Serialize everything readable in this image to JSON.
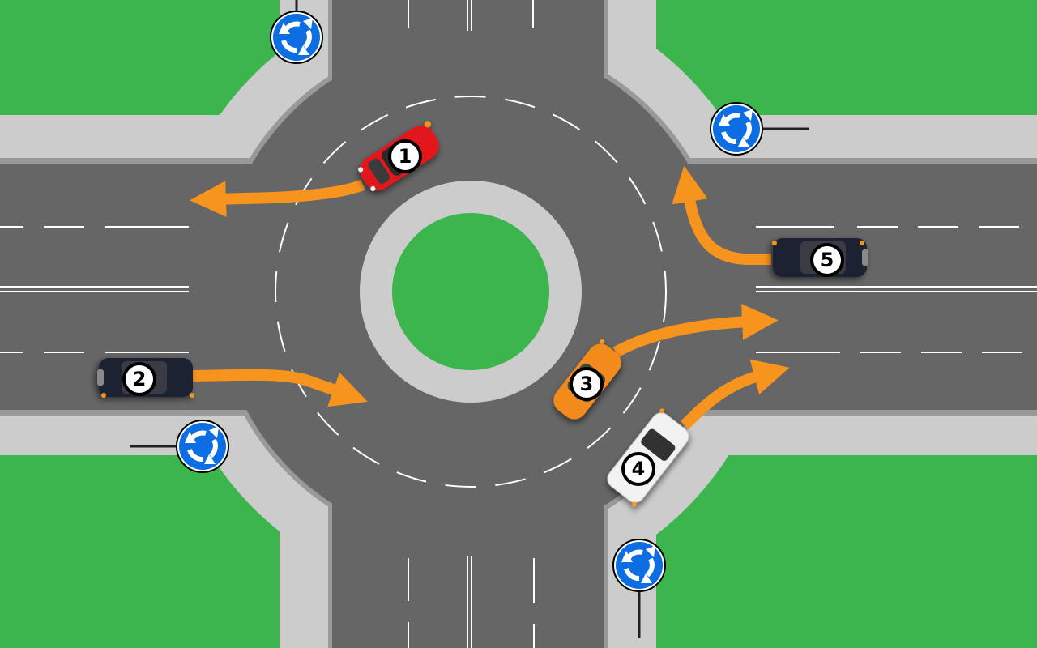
{
  "scene": {
    "title": "Roundabout traffic diagram",
    "description": "Four-way roundabout with two-lane approaches; five numbered vehicles with orange route arrows"
  },
  "colors": {
    "grass": "#3bb54c",
    "asphalt": "#666666",
    "curb": "#cccccc",
    "curb_edge": "#999999",
    "lane_marking": "#ffffff",
    "route_arrow": "#f7941d",
    "sign_blue": "#0d6de3",
    "sign_symbol": "#ffffff"
  },
  "central_island": {
    "surface": "grass",
    "border": "curb"
  },
  "signs": [
    {
      "id": "sign-north",
      "type": "roundabout-mandatory",
      "icon": "roundabout-sign-icon"
    },
    {
      "id": "sign-east",
      "type": "roundabout-mandatory",
      "icon": "roundabout-sign-icon"
    },
    {
      "id": "sign-west",
      "type": "roundabout-mandatory",
      "icon": "roundabout-sign-icon"
    },
    {
      "id": "sign-south",
      "type": "roundabout-mandatory",
      "icon": "roundabout-sign-icon"
    }
  ],
  "vehicles": [
    {
      "number": "1",
      "color": "red",
      "body_hex": "#e3141c",
      "label": "Vehicle 1",
      "route": "exits to west (left exit) from circulating lane"
    },
    {
      "number": "2",
      "color": "black",
      "body_hex": "#1f2233",
      "label": "Vehicle 2",
      "route": "enters from west into roundabout"
    },
    {
      "number": "3",
      "color": "orange",
      "body_hex": "#f28a1e",
      "label": "Vehicle 3",
      "route": "exits to east, inner lane"
    },
    {
      "number": "4",
      "color": "white",
      "body_hex": "#f2f2f2",
      "label": "Vehicle 4",
      "route": "exits to east, outer lane"
    },
    {
      "number": "5",
      "color": "black",
      "body_hex": "#1f2233",
      "label": "Vehicle 5",
      "route": "enters from east, turns toward north"
    }
  ]
}
